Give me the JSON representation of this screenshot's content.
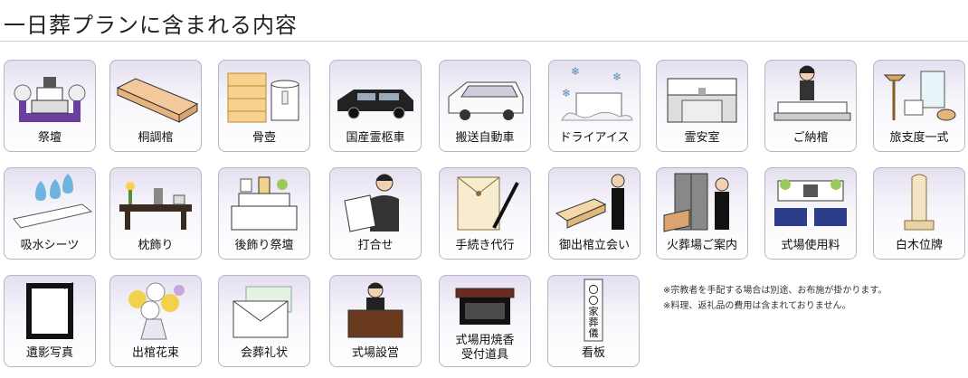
{
  "title": "一日葬プランに含まれる内容",
  "items": [
    {
      "label": "祭壇",
      "icon": "altar-icon"
    },
    {
      "label": "桐調棺",
      "icon": "coffin-icon"
    },
    {
      "label": "骨壺",
      "icon": "urn-icon"
    },
    {
      "label": "国産霊柩車",
      "icon": "hearse-icon"
    },
    {
      "label": "搬送自動車",
      "icon": "van-icon"
    },
    {
      "label": "ドライアイス",
      "icon": "dry-ice-icon"
    },
    {
      "label": "霊安室",
      "icon": "mortuary-icon"
    },
    {
      "label": "ご納棺",
      "icon": "encoffining-icon"
    },
    {
      "label": "旅支度一式",
      "icon": "travel-attire-icon"
    },
    {
      "label": "吸水シーツ",
      "icon": "absorbent-sheet-icon"
    },
    {
      "label": "枕飾り",
      "icon": "pillow-decoration-icon"
    },
    {
      "label": "後飾り祭壇",
      "icon": "rear-altar-icon"
    },
    {
      "label": "打合せ",
      "icon": "meeting-icon"
    },
    {
      "label": "手続き代行",
      "icon": "procedure-icon"
    },
    {
      "label": "御出棺立会い",
      "icon": "coffin-attendance-icon"
    },
    {
      "label": "火葬場ご案内",
      "icon": "crematorium-icon"
    },
    {
      "label": "式場使用料",
      "icon": "hall-icon"
    },
    {
      "label": "白木位牌",
      "icon": "memorial-tablet-icon"
    },
    {
      "label": "遺影写真",
      "icon": "portrait-frame-icon"
    },
    {
      "label": "出棺花束",
      "icon": "bouquet-icon"
    },
    {
      "label": "会葬礼状",
      "icon": "thank-you-letter-icon"
    },
    {
      "label": "式場設営",
      "icon": "venue-setup-icon"
    },
    {
      "label": "式場用焼香受付道具",
      "label_line1": "式場用焼香",
      "label_line2": "受付道具",
      "icon": "incense-reception-icon"
    },
    {
      "label": "看板",
      "icon": "signboard-icon",
      "sign_text": "〇〇家葬儀"
    }
  ],
  "notes": [
    "※宗教者を手配する場合は別途、お布施が掛かります。",
    "※料理、返礼品の費用は含まれておりません。"
  ]
}
